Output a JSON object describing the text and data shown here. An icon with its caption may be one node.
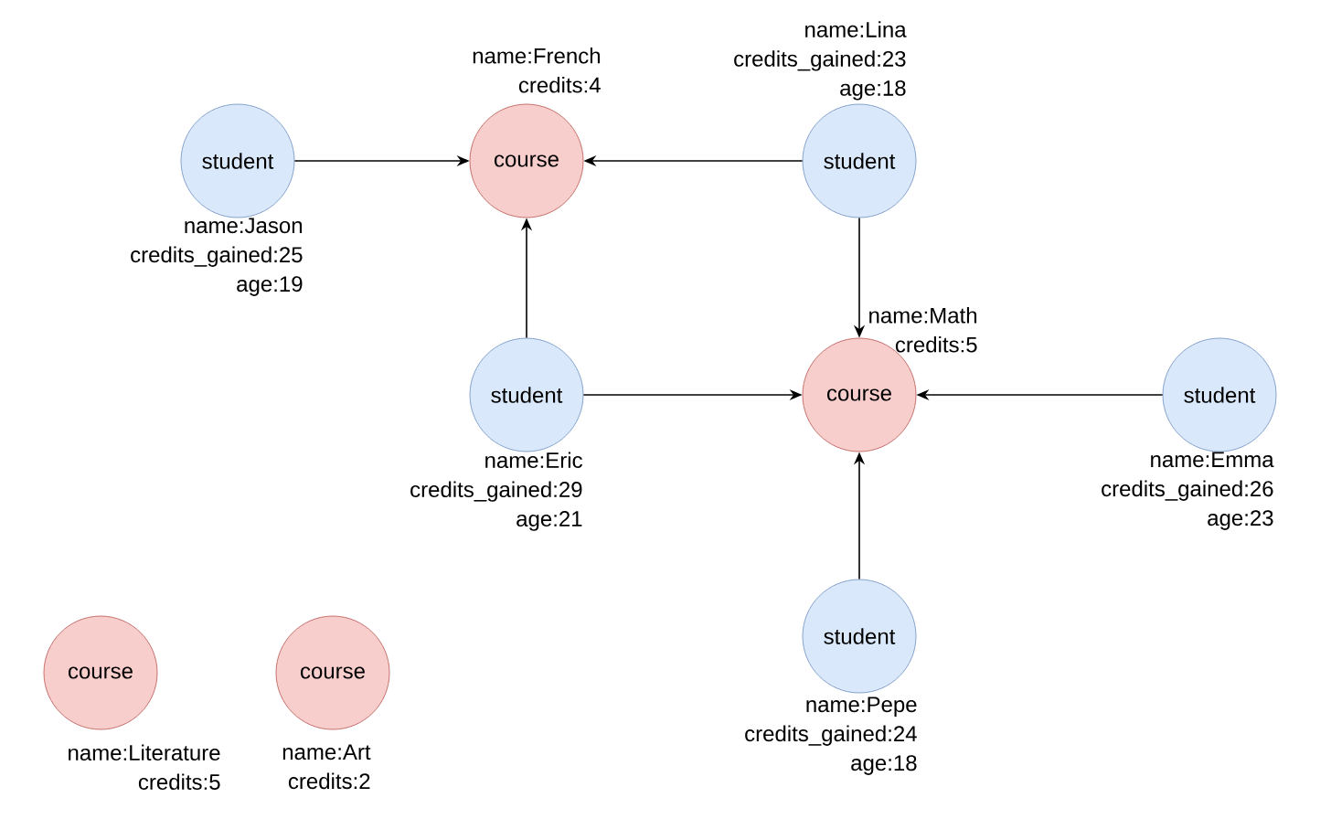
{
  "diagram": {
    "nodes": [
      {
        "text": [
          "student"
        ],
        "beside": [
          "name:Jason",
          "credits_gained:25",
          "age:19"
        ]
      },
      {
        "text": [
          "course"
        ],
        "beside": [
          "name:French",
          "credits:4"
        ]
      },
      {
        "text": [
          "student"
        ],
        "beside": [
          "name:Lina",
          "credits_gained:23",
          "age:18"
        ]
      },
      {
        "text": [
          "student"
        ],
        "beside": [
          "name:Eric",
          "credits_gained:29",
          "age:21"
        ]
      },
      {
        "text": [
          "course"
        ],
        "beside": [
          "name:Math",
          "credits:5"
        ]
      },
      {
        "text": [
          "student"
        ],
        "beside": [
          "name:Emma",
          "credits_gained:26",
          "age:23"
        ]
      },
      {
        "text": [
          "student"
        ],
        "beside": [
          "name:Pepe",
          "credits_gained:24",
          "age:18"
        ]
      },
      {
        "text": [
          "course"
        ],
        "beside": [
          "name:Literature",
          "credits:5"
        ]
      },
      {
        "text": [
          "course"
        ],
        "beside": [
          "name:Art",
          "credits:2"
        ]
      }
    ],
    "edges": [
      {
        "from": 0,
        "to": 1,
        "arrow": "to"
      },
      {
        "from": 2,
        "to": 1,
        "arrow": "to"
      },
      {
        "from": 3,
        "to": 1,
        "arrow": "to"
      },
      {
        "from": 2,
        "to": 4,
        "arrow": "to"
      },
      {
        "from": 3,
        "to": 4,
        "arrow": "to"
      },
      {
        "from": 5,
        "to": 4,
        "arrow": "to"
      },
      {
        "from": 6,
        "to": 4,
        "arrow": "to"
      }
    ]
  }
}
